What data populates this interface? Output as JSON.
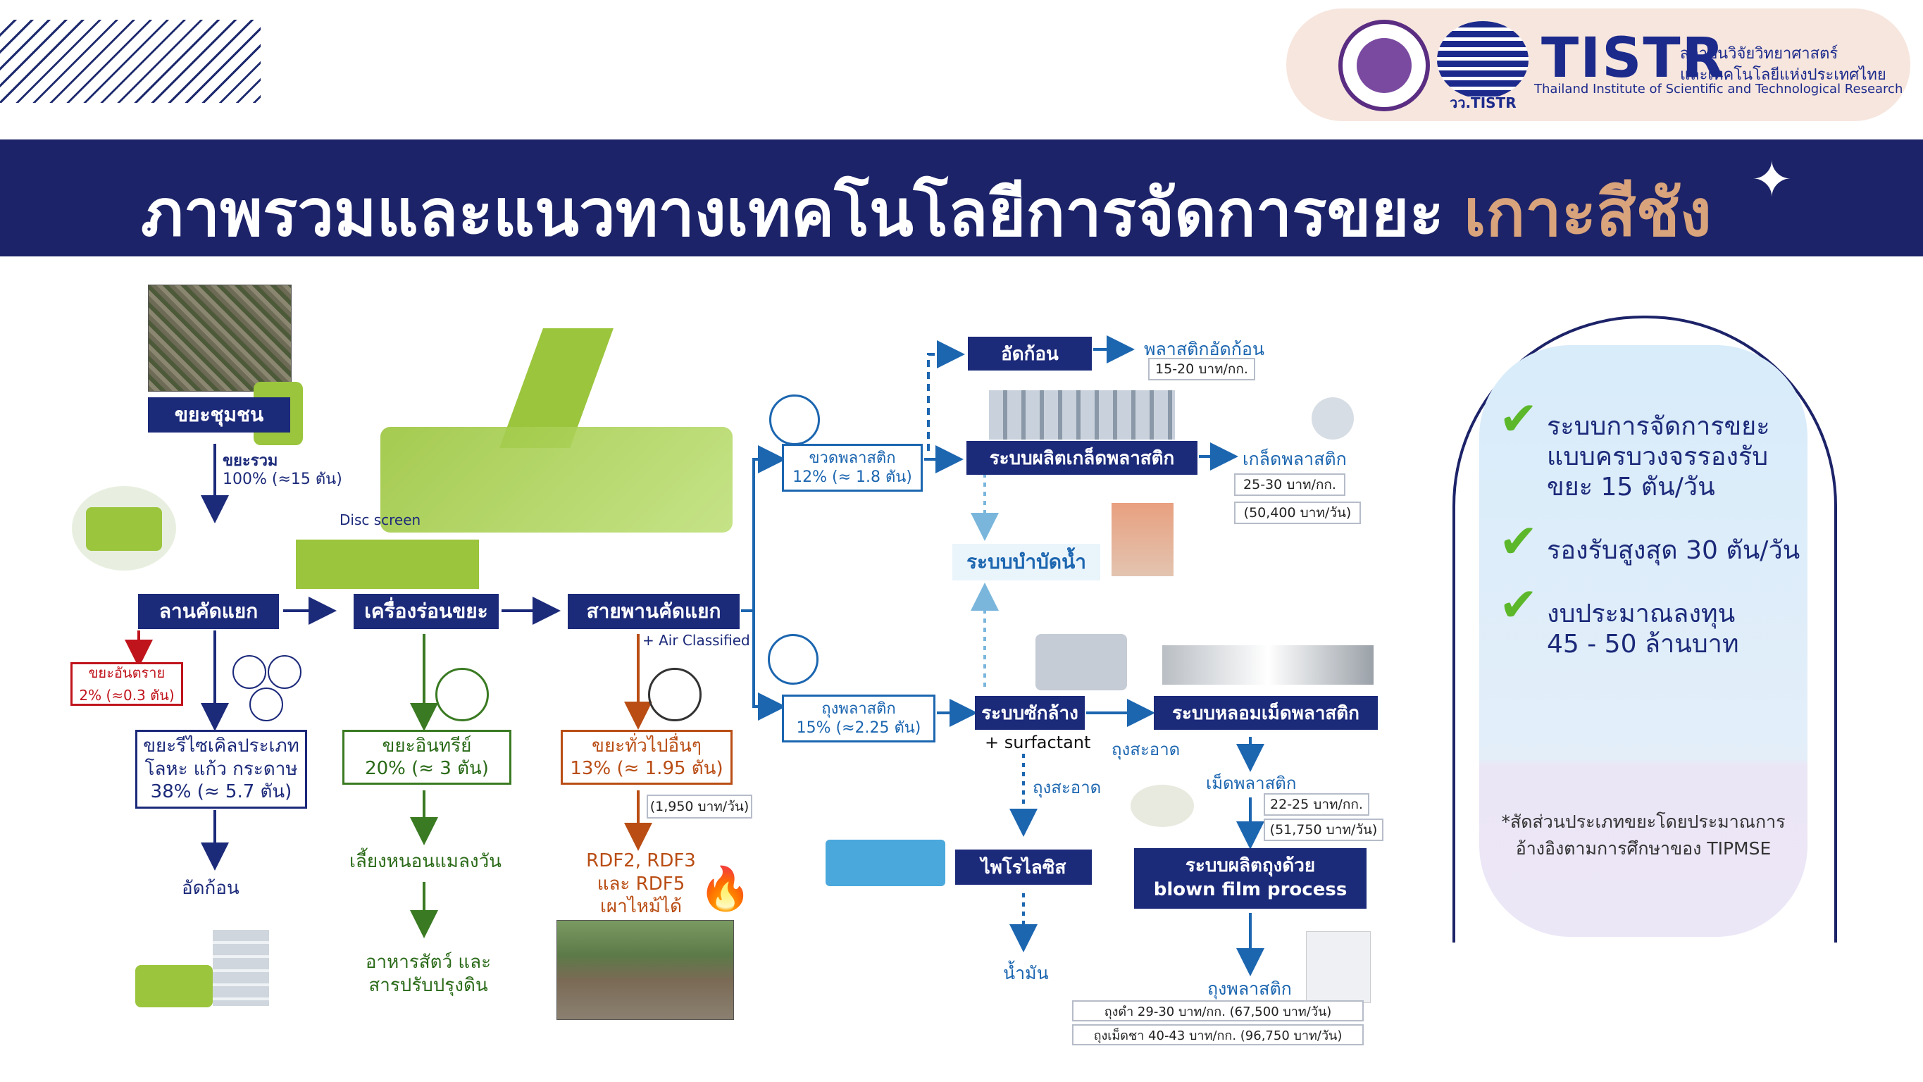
{
  "header": {
    "title_main": "ภาพรวมและแนวทางเทคโนโลยีการจัดการขยะ",
    "title_accent": "เกาะสีชัง",
    "logo_tistr": "TISTR",
    "logo_th_line1": "สถาบันวิจัยวิทยาศาสตร์",
    "logo_th_line2": "และเทคโนโลยีแห่งประเทศไทย",
    "logo_en": "Thailand Institute of Scientific and Technological Research",
    "logo_sub": "วว.TISTR"
  },
  "flow": {
    "community_waste": "ขยะชุมชน",
    "total_label": "ขยะรวม",
    "total_value": "100% (≈15 ตัน)",
    "sorting_yard": "ลานคัดแยก",
    "disc_screen": "Disc screen",
    "screener": "เครื่องร่อนขยะ",
    "conveyor": "สายพานคัดแยก",
    "air_classified": "+ Air Classified",
    "hazardous_line1": "ขยะอันตราย",
    "hazardous_line2": "2% (≈0.3 ตัน)",
    "recycle_line1": "ขยะรีไซเคิลประเภท",
    "recycle_line2": "โลหะ แก้ว กระดาษ",
    "recycle_line3": "38% (≈ 5.7 ตัน)",
    "bale": "อัดก้อน",
    "organic_line1": "ขยะอินทรีย์",
    "organic_line2": "20% (≈ 3 ตัน)",
    "bsf": "เลี้ยงหนอนแมลงวัน",
    "feed_line1": "อาหารสัตว์ และ",
    "feed_line2": "สารปรับปรุงดิน",
    "general_line1": "ขยะทั่วไปอื่นๆ",
    "general_line2": "13% (≈ 1.95 ตัน)",
    "general_price": "(1,950 บาท/วัน)",
    "rdf_line1": "RDF2, RDF3",
    "rdf_line2": "และ RDF5",
    "rdf_line3": "เผาไหม้ได้",
    "bottle_line1": "ขวดพลาสติก",
    "bottle_line2": "12% (≈ 1.8 ตัน)",
    "baling_unit": "อัดก้อน",
    "baled_plastic": "พลาสติกอัดก้อน",
    "baled_price": "15-20 บาท/กก.",
    "flake_system": "ระบบผลิตเกล็ดพลาสติก",
    "flake": "เกล็ดพลาสติก",
    "flake_price1": "25-30 บาท/กก.",
    "flake_price2": "(50,400 บาท/วัน)",
    "water_treatment": "ระบบบำบัดน้ำ",
    "bag_line1": "ถุงพลาสติก",
    "bag_line2": "15% (≈2.25 ตัน)",
    "washing": "ระบบซักล้าง",
    "surfactant": "+ surfactant",
    "clean_bag1": "ถุงสะอาด",
    "clean_bag2": "ถุงสะอาด",
    "pelletizer": "ระบบหลอมเม็ดพลาสติก",
    "pellets": "เม็ดพลาสติก",
    "pellet_price1": "22-25 บาท/กก.",
    "pellet_price2": "(51,750 บาท/วัน)",
    "pyrolysis": "ไพโรไลซิส",
    "oil": "น้ำมัน",
    "blown_line1": "ระบบผลิตถุงด้วย",
    "blown_line2": "blown film process",
    "bag_product": "ถุงพลาสติก",
    "bag_price1": "ถุงดำ 29-30 บาท/กก. (67,500 บาท/วัน)",
    "bag_price2": "ถุงเม็ดชา 40-43 บาท/กก. (96,750 บาท/วัน)"
  },
  "panel": {
    "item1_line1": "ระบบการจัดการขยะ",
    "item1_line2": "แบบครบวงจรรองรับ",
    "item1_line3": "ขยะ 15 ตัน/วัน",
    "item2": "รองรับสูงสุด 30 ตัน/วัน",
    "item3_line1": "งบประมาณลงทุน",
    "item3_line2": "45 - 50 ล้านบาท",
    "note_line1": "*สัดส่วนประเภทขยะโดยประมาณการ",
    "note_line2": "อ้างอิงตามการศึกษาของ TIPMSE"
  },
  "colors": {
    "navy": "#1c2368",
    "box_navy": "#1c2a7a",
    "accent": "#d9a37c",
    "green": "#3a7a22",
    "orange": "#b94d14",
    "red": "#c0141c",
    "check": "#5cb82a"
  }
}
